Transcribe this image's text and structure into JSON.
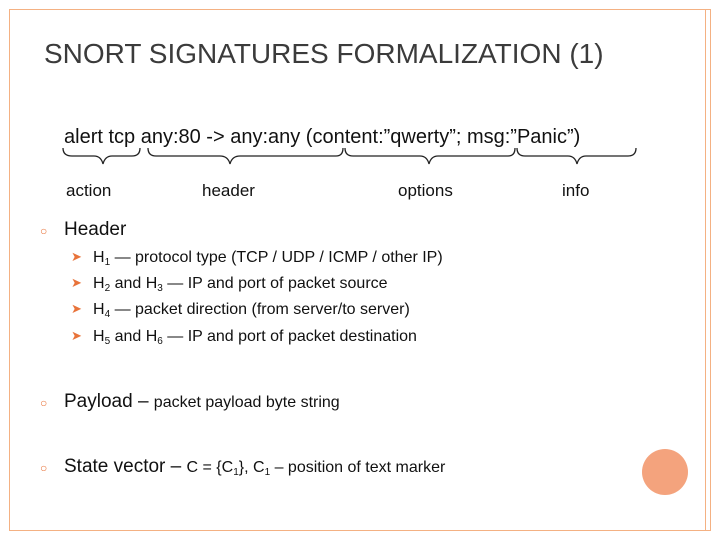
{
  "title": "SNORT SIGNATURES FORMALIZATION (1)",
  "signature": "alert tcp  any:80  ->  any:any  (content:”qwerty”; msg:”Panic”)",
  "sig_labels": {
    "action": "action",
    "header": "header",
    "options": "options",
    "info": "info"
  },
  "bullets": {
    "header": {
      "label": "Header",
      "items": [
        {
          "pre": "H",
          "sub": "1",
          "text": " — protocol type (TCP / UDP / ICMP / other IP)"
        },
        {
          "pre": "H",
          "sub": "2",
          "mid": " and H",
          "sub2": "3",
          "text": " — IP and port of packet source"
        },
        {
          "pre": "H",
          "sub": "4",
          "text": " — packet direction (from server/to server)"
        },
        {
          "pre": "H",
          "sub": "5",
          "mid": " and H",
          "sub2": "6",
          "text": " — IP and port of packet destination"
        }
      ]
    },
    "payload": {
      "label": "Payload – ",
      "detail": "packet payload byte string"
    },
    "state": {
      "label": "State vector – ",
      "detail_a": "C = {C",
      "sub_a": "1",
      "detail_b": "}, C",
      "sub_b": "1",
      "detail_c": " – position of text marker"
    }
  },
  "colors": {
    "accent": "#e8733a",
    "border": "#f4b183",
    "circle": "#f4a37d"
  }
}
